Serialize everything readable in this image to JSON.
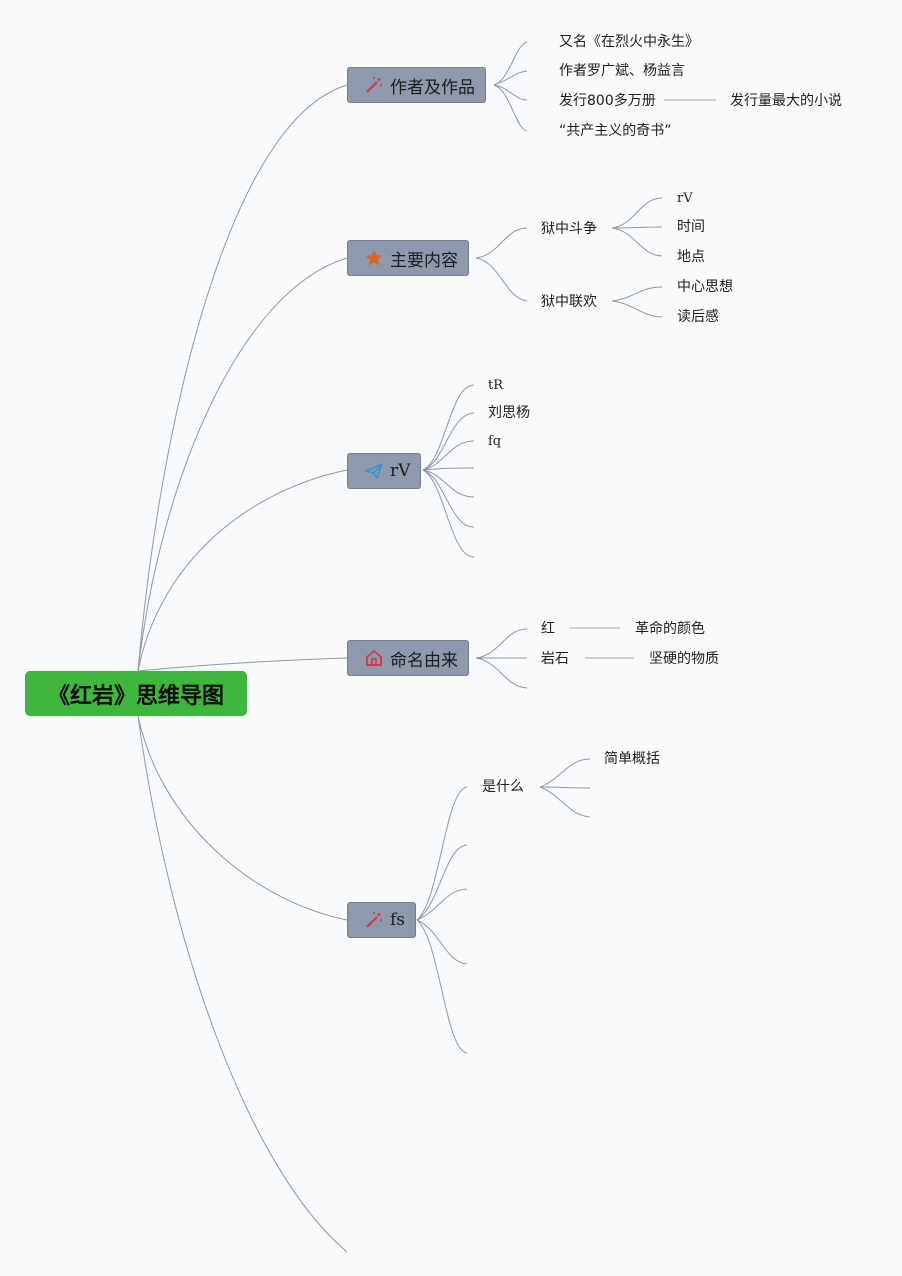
{
  "root": {
    "title": "《红岩》思维导图"
  },
  "branches": [
    {
      "label": "作者及作品",
      "icon": "magic-wand-icon"
    },
    {
      "label": "主要内容",
      "icon": "star-icon"
    },
    {
      "label": "rV",
      "icon": "paper-plane-icon"
    },
    {
      "label": "命名由来",
      "icon": "house-icon"
    },
    {
      "label": "fs",
      "icon": "magic-wand-icon"
    }
  ],
  "author": {
    "alias": "又名《在烈火中永生》",
    "authors": "作者罗广斌、杨益言",
    "circulation": "发行800多万册",
    "circulation_note": "发行量最大的小说",
    "communist_book": "“共产主义的奇书”"
  },
  "content": {
    "prison_struggle": "狱中斗争",
    "prison_struggle_items": [
      "rV",
      "时间",
      "地点"
    ],
    "prison_party": "狱中联欢",
    "prison_party_items": [
      "中心思想",
      "读后感"
    ]
  },
  "characters": {
    "items": [
      "tR",
      "刘思杨",
      "fq"
    ]
  },
  "naming": {
    "red": "红",
    "red_meaning": "革命的颜色",
    "rock": "岩石",
    "rock_meaning": "坚硬的物质"
  },
  "fs": {
    "what": "是什么",
    "summary": "简单概括"
  },
  "colors": {
    "root_bg": "#3fb63c",
    "branch_bg": "#8e9aab",
    "line": "#8e98a6",
    "icon_wand": "#d6304a",
    "icon_star": "#e0622b",
    "icon_plane": "#3a8fd6",
    "icon_house": "#d6304a"
  }
}
